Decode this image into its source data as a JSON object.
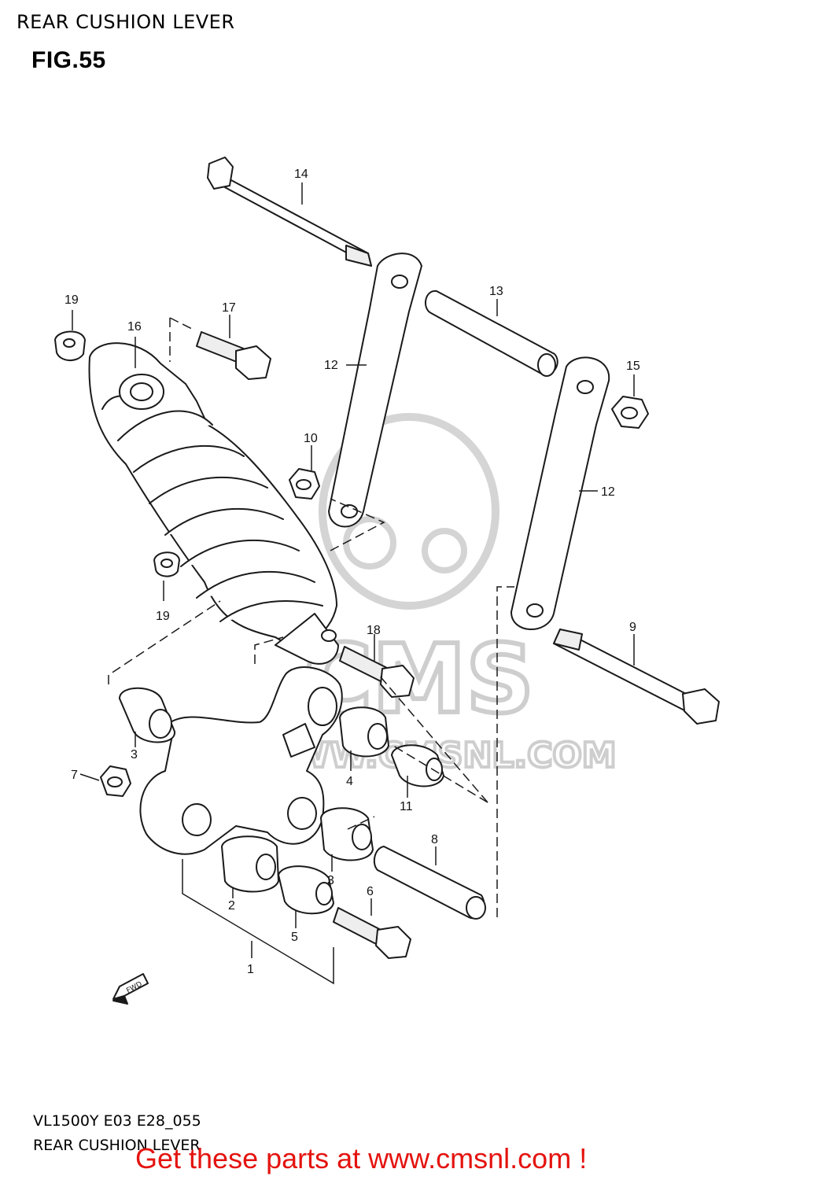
{
  "header": {
    "title": "REAR CUSHION LEVER",
    "figure": "FIG.55"
  },
  "footer": {
    "code": "VL1500Y E03 E28_055",
    "name": "REAR CUSHION LEVER",
    "promo": "Get these parts at www.cmsnl.com !"
  },
  "watermark": {
    "brand": "CMS",
    "url": "WWW.CMSNL.COM"
  },
  "direction_tag": "FWD",
  "callouts": [
    "1",
    "2",
    "3",
    "3",
    "4",
    "5",
    "6",
    "7",
    "8",
    "9",
    "10",
    "11",
    "12",
    "12",
    "13",
    "14",
    "15",
    "16",
    "17",
    "18",
    "19",
    "19"
  ],
  "colors": {
    "promo": "#e4130f",
    "line": "#1a1a1a",
    "watermark": "#c9c9c9"
  }
}
